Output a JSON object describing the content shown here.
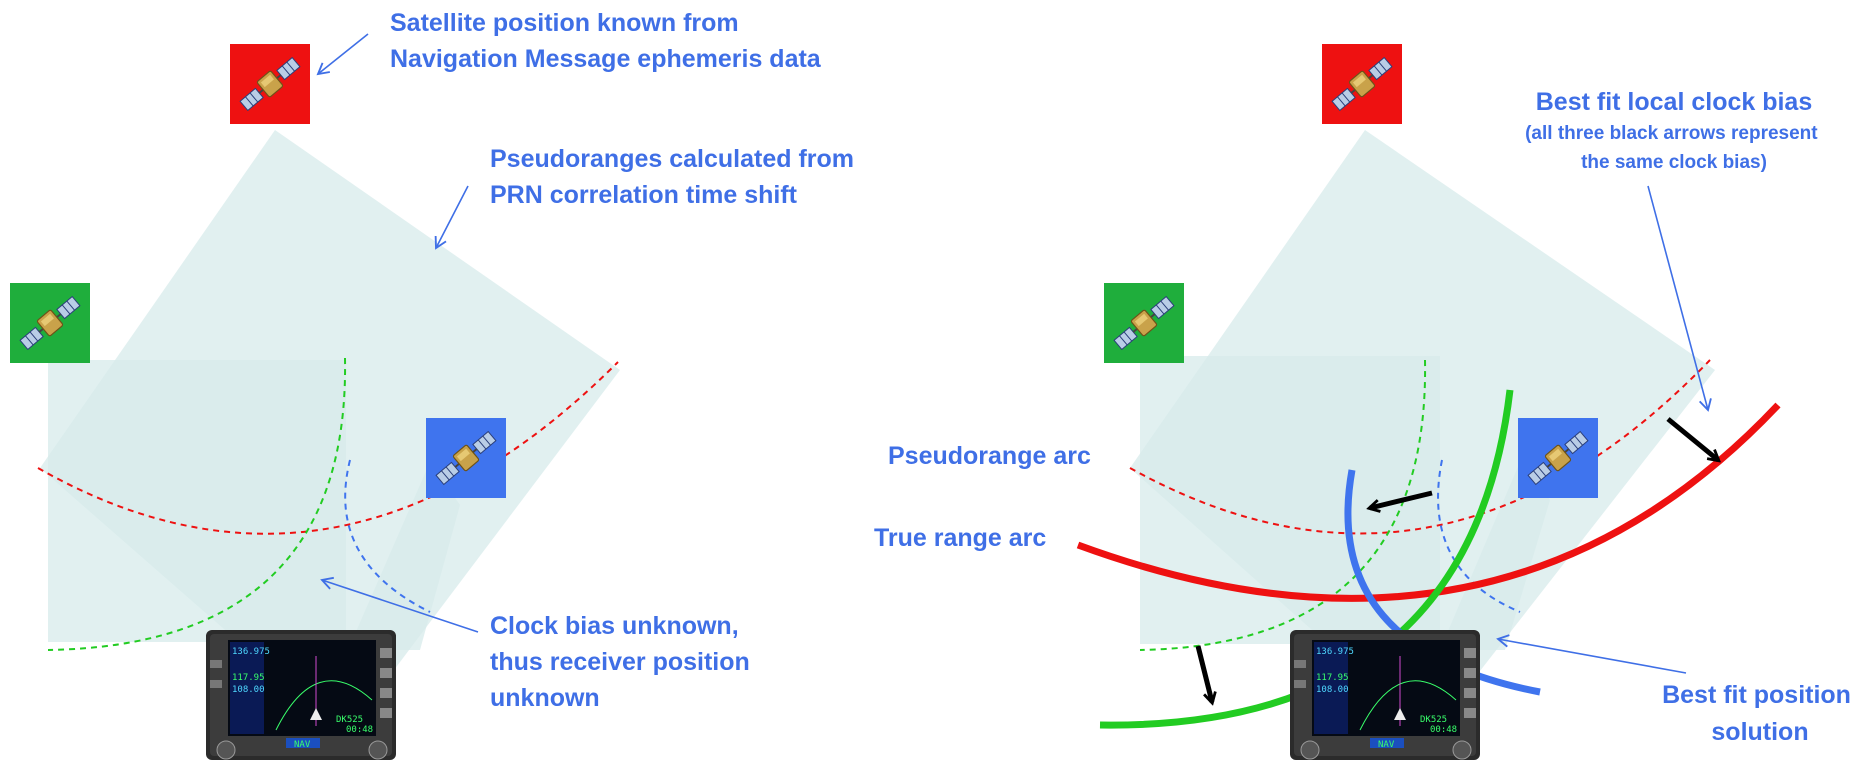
{
  "left_panel": {
    "satellite_label": [
      "Satellite position known from",
      "Navigation Message ephemeris data"
    ],
    "pseudorange_label": [
      "Pseudoranges calculated from",
      "PRN correlation time shift"
    ],
    "clock_label": [
      "Clock bias unknown,",
      "thus receiver position",
      "unknown"
    ]
  },
  "right_panel": {
    "best_fit_bias_title": "Best fit local clock bias",
    "best_fit_bias_note": [
      "(all three black arrows represent",
      "the same clock bias)"
    ],
    "pseudorange_arc_label": "Pseudorange arc",
    "true_range_arc_label": "True range arc",
    "best_fit_position_label": [
      "Best fit position",
      "solution"
    ]
  },
  "gps_unit": {
    "freq_1": "136.975",
    "freq_2": "117.95",
    "freq_3": "108.00",
    "waypoint": "DK525",
    "time": "00:48",
    "nav_key": "NAV"
  },
  "colors": {
    "red_satellite": "#ee1111",
    "green_satellite": "#1fae3c",
    "blue_satellite": "#3f74ee",
    "label_blue": "#3f6fe6",
    "red_arc": "#ee1111",
    "green_arc": "#22cc22",
    "blue_arc": "#3f74ee",
    "cone_fill": "#d7ebeb"
  }
}
